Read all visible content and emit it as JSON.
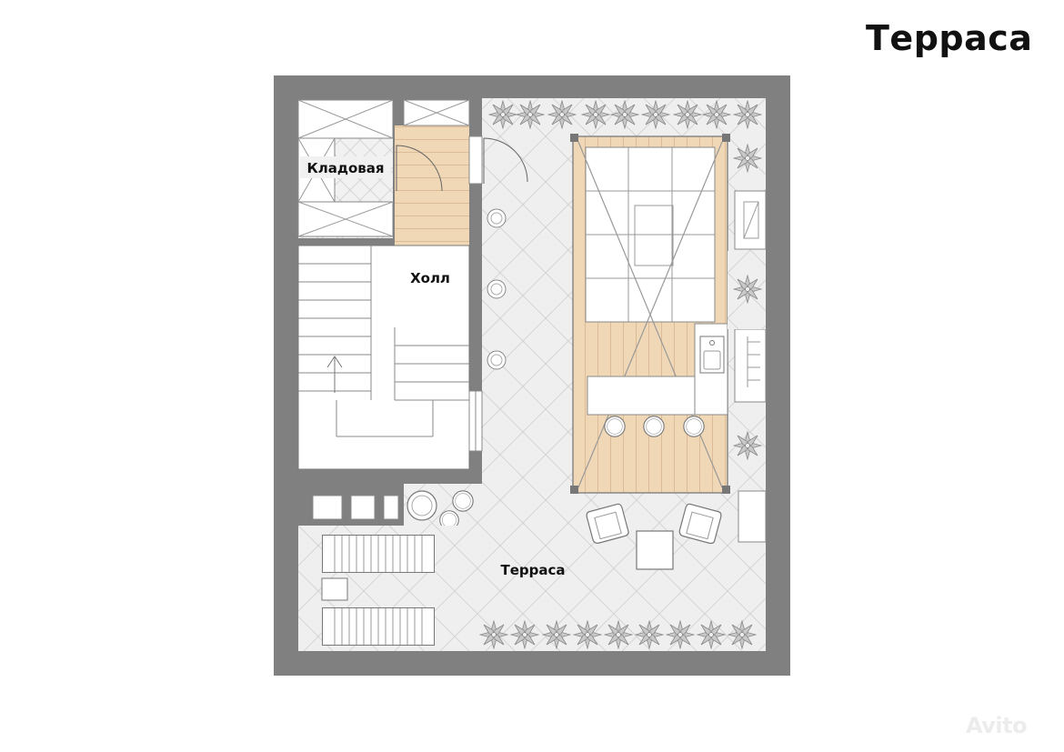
{
  "title": "Терраса",
  "rooms": {
    "storage": "Кладовая",
    "hall": "Холл",
    "terrace": "Терраса"
  },
  "watermark": "Avito",
  "colors": {
    "wall": "#808080",
    "wood_floor": "#f0d8b8",
    "tile_floor": "#eeeeee",
    "furniture_stroke": "#777777"
  },
  "icons": [
    "plant-icon",
    "sink-icon",
    "stool-icon",
    "armchair-icon",
    "sun-lounger-icon",
    "door-swing-icon",
    "stair-arrow-icon"
  ]
}
